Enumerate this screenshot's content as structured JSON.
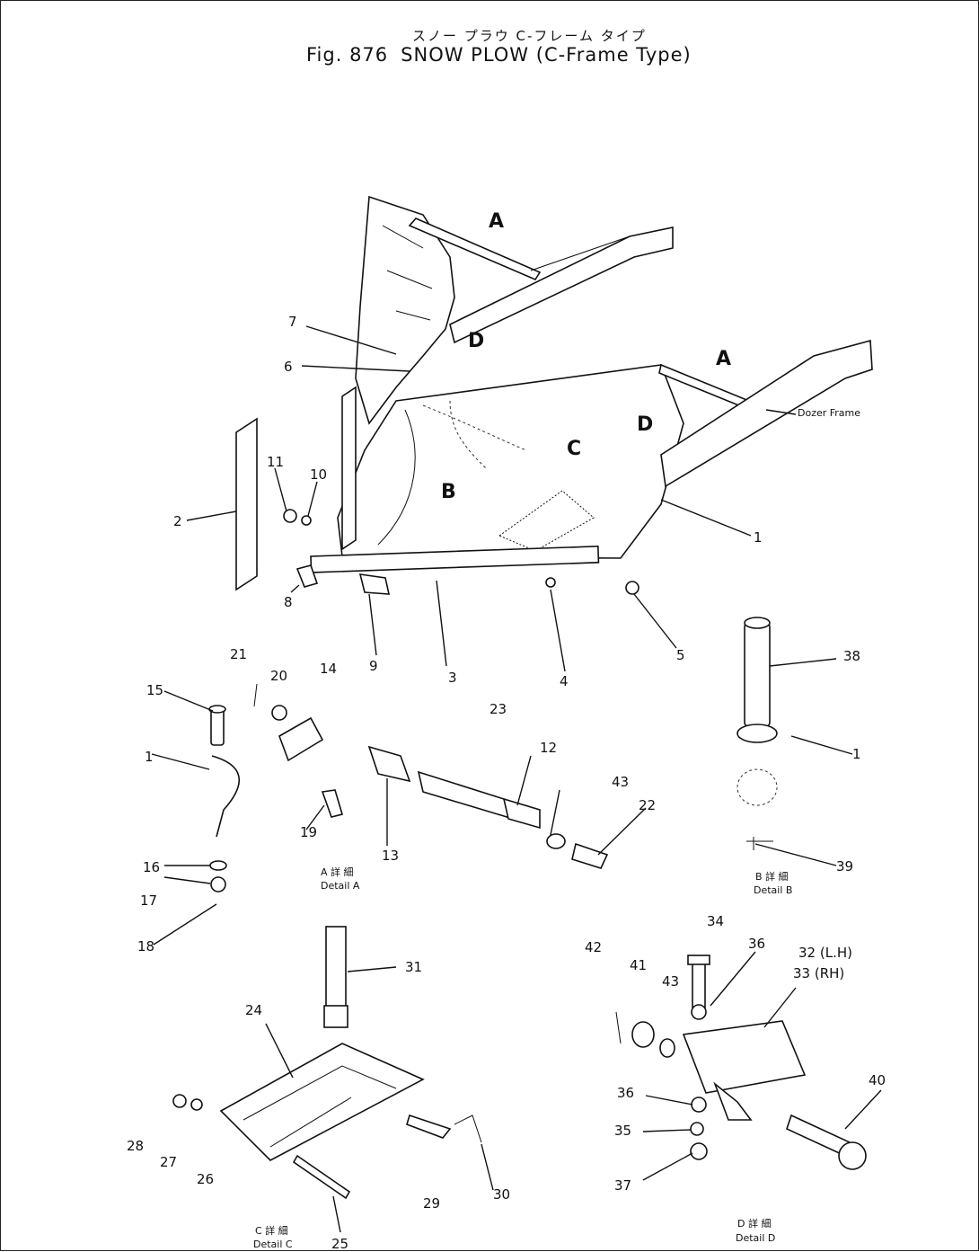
{
  "title": {
    "japanese": "スノー プラウ C-フレーム タイプ",
    "fig_label": "Fig. 876",
    "name": "SNOW PLOW (C-Frame Type)"
  },
  "view_markers": [
    "A",
    "A",
    "D",
    "D",
    "B",
    "C"
  ],
  "frame_label": "Dozer Frame",
  "part_numbers": [
    "1",
    "2",
    "3",
    "4",
    "5",
    "6",
    "7",
    "8",
    "9",
    "10",
    "11",
    "12",
    "13",
    "14",
    "15",
    "1",
    "16",
    "17",
    "18",
    "19",
    "20",
    "21",
    "22",
    "23",
    "43",
    "38",
    "1",
    "39",
    "24",
    "25",
    "26",
    "27",
    "28",
    "29",
    "30",
    "31",
    "32 (L.H)",
    "33 (RH)",
    "34",
    "35",
    "36",
    "36",
    "37",
    "40",
    "41",
    "42",
    "43"
  ],
  "details": {
    "a": {
      "jp": "A 詳 細",
      "en": "Detail A"
    },
    "b": {
      "jp": "B 詳 細",
      "en": "Detail B"
    },
    "c": {
      "jp": "C 詳 細",
      "en": "Detail C"
    },
    "d": {
      "jp": "D 詳 細",
      "en": "Detail D"
    }
  }
}
